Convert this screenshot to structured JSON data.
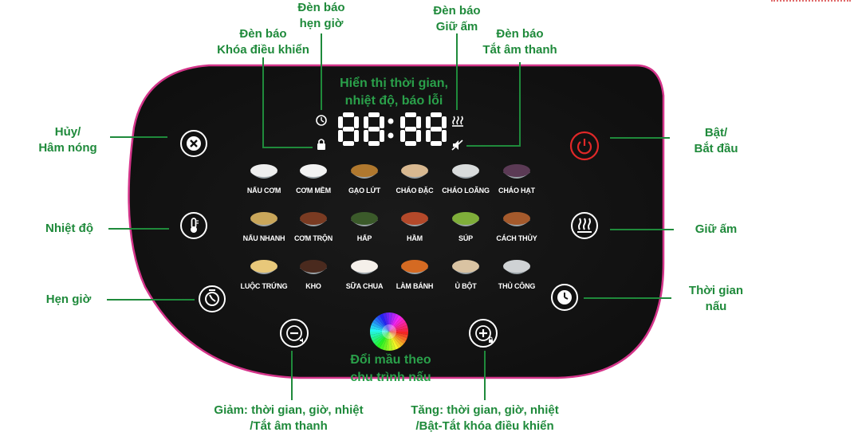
{
  "callouts": {
    "cancel": [
      "Hủy/",
      "Hâm nóng"
    ],
    "temperature": "Nhiệt độ",
    "timer": "Hẹn giờ",
    "lock_indicator": [
      "Đèn báo",
      "Khóa điều khiển"
    ],
    "timer_indicator": [
      "Đèn báo",
      "hẹn giờ"
    ],
    "keepwarm_indicator": [
      "Đèn báo",
      "Giữ ấm"
    ],
    "mute_indicator": [
      "Đèn báo",
      "Tắt âm thanh"
    ],
    "power": [
      "Bật/",
      "Bắt đầu"
    ],
    "keep_warm": "Giữ ấm",
    "cook_time": [
      "Thời gian",
      "nấu"
    ],
    "minus": [
      "Giảm: thời gian, giờ, nhiệt",
      "/Tắt âm thanh"
    ],
    "plus": [
      "Tăng: thời gian, giờ, nhiệt",
      "/Bật-Tắt khóa điều khiển"
    ]
  },
  "panel": {
    "display_note": [
      "Hiển thị thời gian,",
      "nhiệt độ, báo lỗi"
    ],
    "display_value": "88:88",
    "color_note": [
      "Đổi mầu theo",
      "chu trình nấu"
    ]
  },
  "menu": [
    [
      "NẤU CƠM",
      "CƠM MỀM",
      "GẠO LỨT",
      "CHÁO ĐẶC",
      "CHÁO LOÃNG",
      "CHÁO HẠT"
    ],
    [
      "NẤU NHANH",
      "CƠM TRỘN",
      "HẤP",
      "HẦM",
      "SÚP",
      "CÁCH THỦY"
    ],
    [
      "LUỘC TRỨNG",
      "KHO",
      "SỮA CHUA",
      "LÀM BÁNH",
      "Ủ BỘT",
      "THỦ CÔNG"
    ]
  ],
  "icons": {
    "cancel": "cancel-x-icon",
    "temperature": "thermometer-icon",
    "timer": "timer-icon",
    "power": "power-icon",
    "keep_warm": "steam-icon",
    "cook_time": "clock-icon",
    "minus": "minus-icon",
    "plus": "plus-icon"
  },
  "colors": {
    "annotation": "#1f8a3b",
    "panel": "#141414",
    "panel_rim": "#d4358a",
    "power_red": "#e02828",
    "button_white": "#ffffff"
  }
}
